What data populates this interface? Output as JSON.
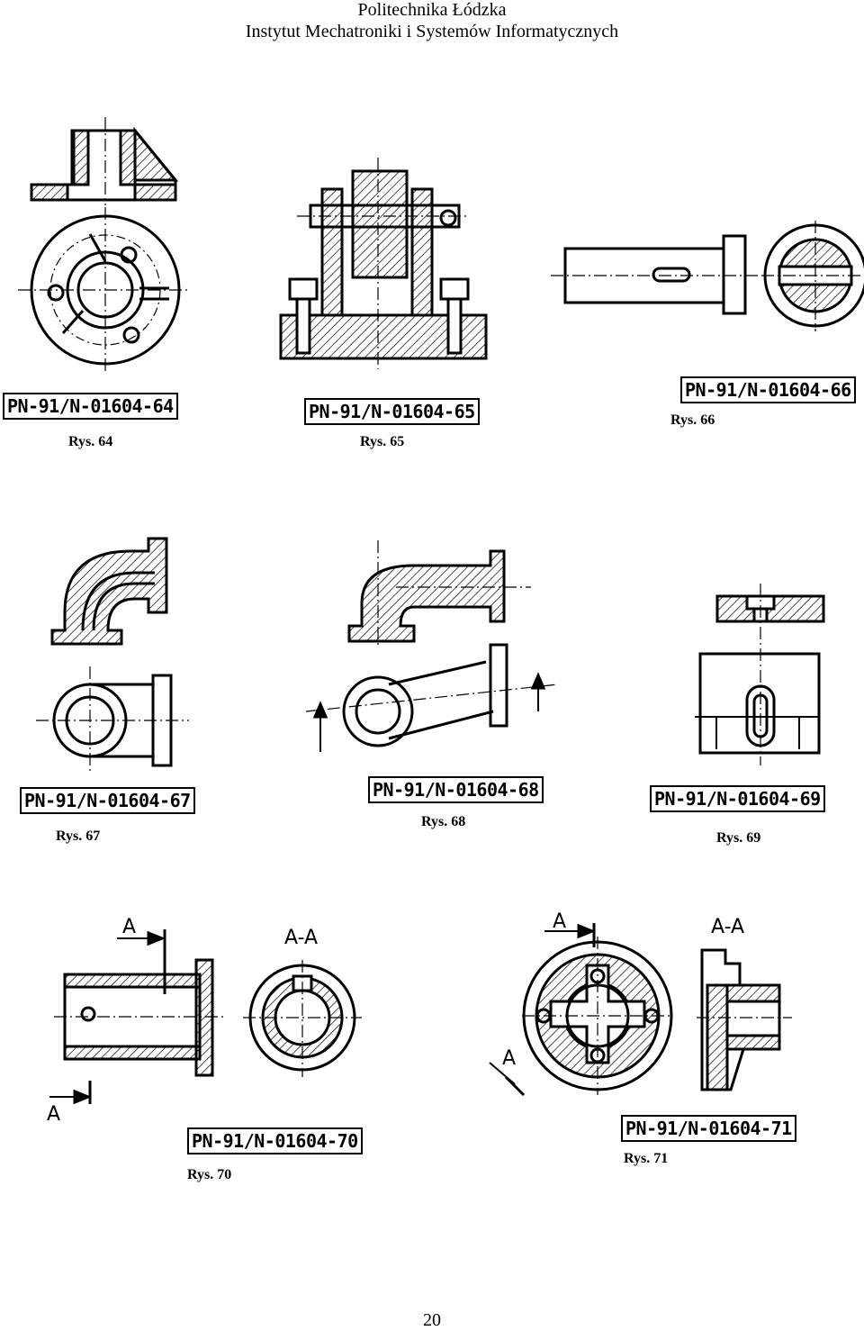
{
  "header": {
    "university": "Politechnika Łódzka",
    "institute": "Instytut Mechatroniki i Systemów Informatycznych"
  },
  "figures": [
    {
      "ref": "PN-91/N-01604-64",
      "caption": "Rys. 64"
    },
    {
      "ref": "PN-91/N-01604-65",
      "caption": "Rys. 65"
    },
    {
      "ref": "PN-91/N-01604-66",
      "caption": "Rys. 66"
    },
    {
      "ref": "PN-91/N-01604-67",
      "caption": "Rys. 67"
    },
    {
      "ref": "PN-91/N-01604-68",
      "caption": "Rys. 68"
    },
    {
      "ref": "PN-91/N-01604-69",
      "caption": "Rys. 69"
    },
    {
      "ref": "PN-91/N-01604-70",
      "caption": "Rys. 70"
    },
    {
      "ref": "PN-91/N-01604-71",
      "caption": "Rys. 71"
    }
  ],
  "section_labels": {
    "fig70_cut_top": "A",
    "fig70_cut_bottom": "A",
    "fig70_section": "A-A",
    "fig71_cut_top": "A",
    "fig71_cut_bottom": "A",
    "fig71_section": "A-A"
  },
  "page_number": "20"
}
